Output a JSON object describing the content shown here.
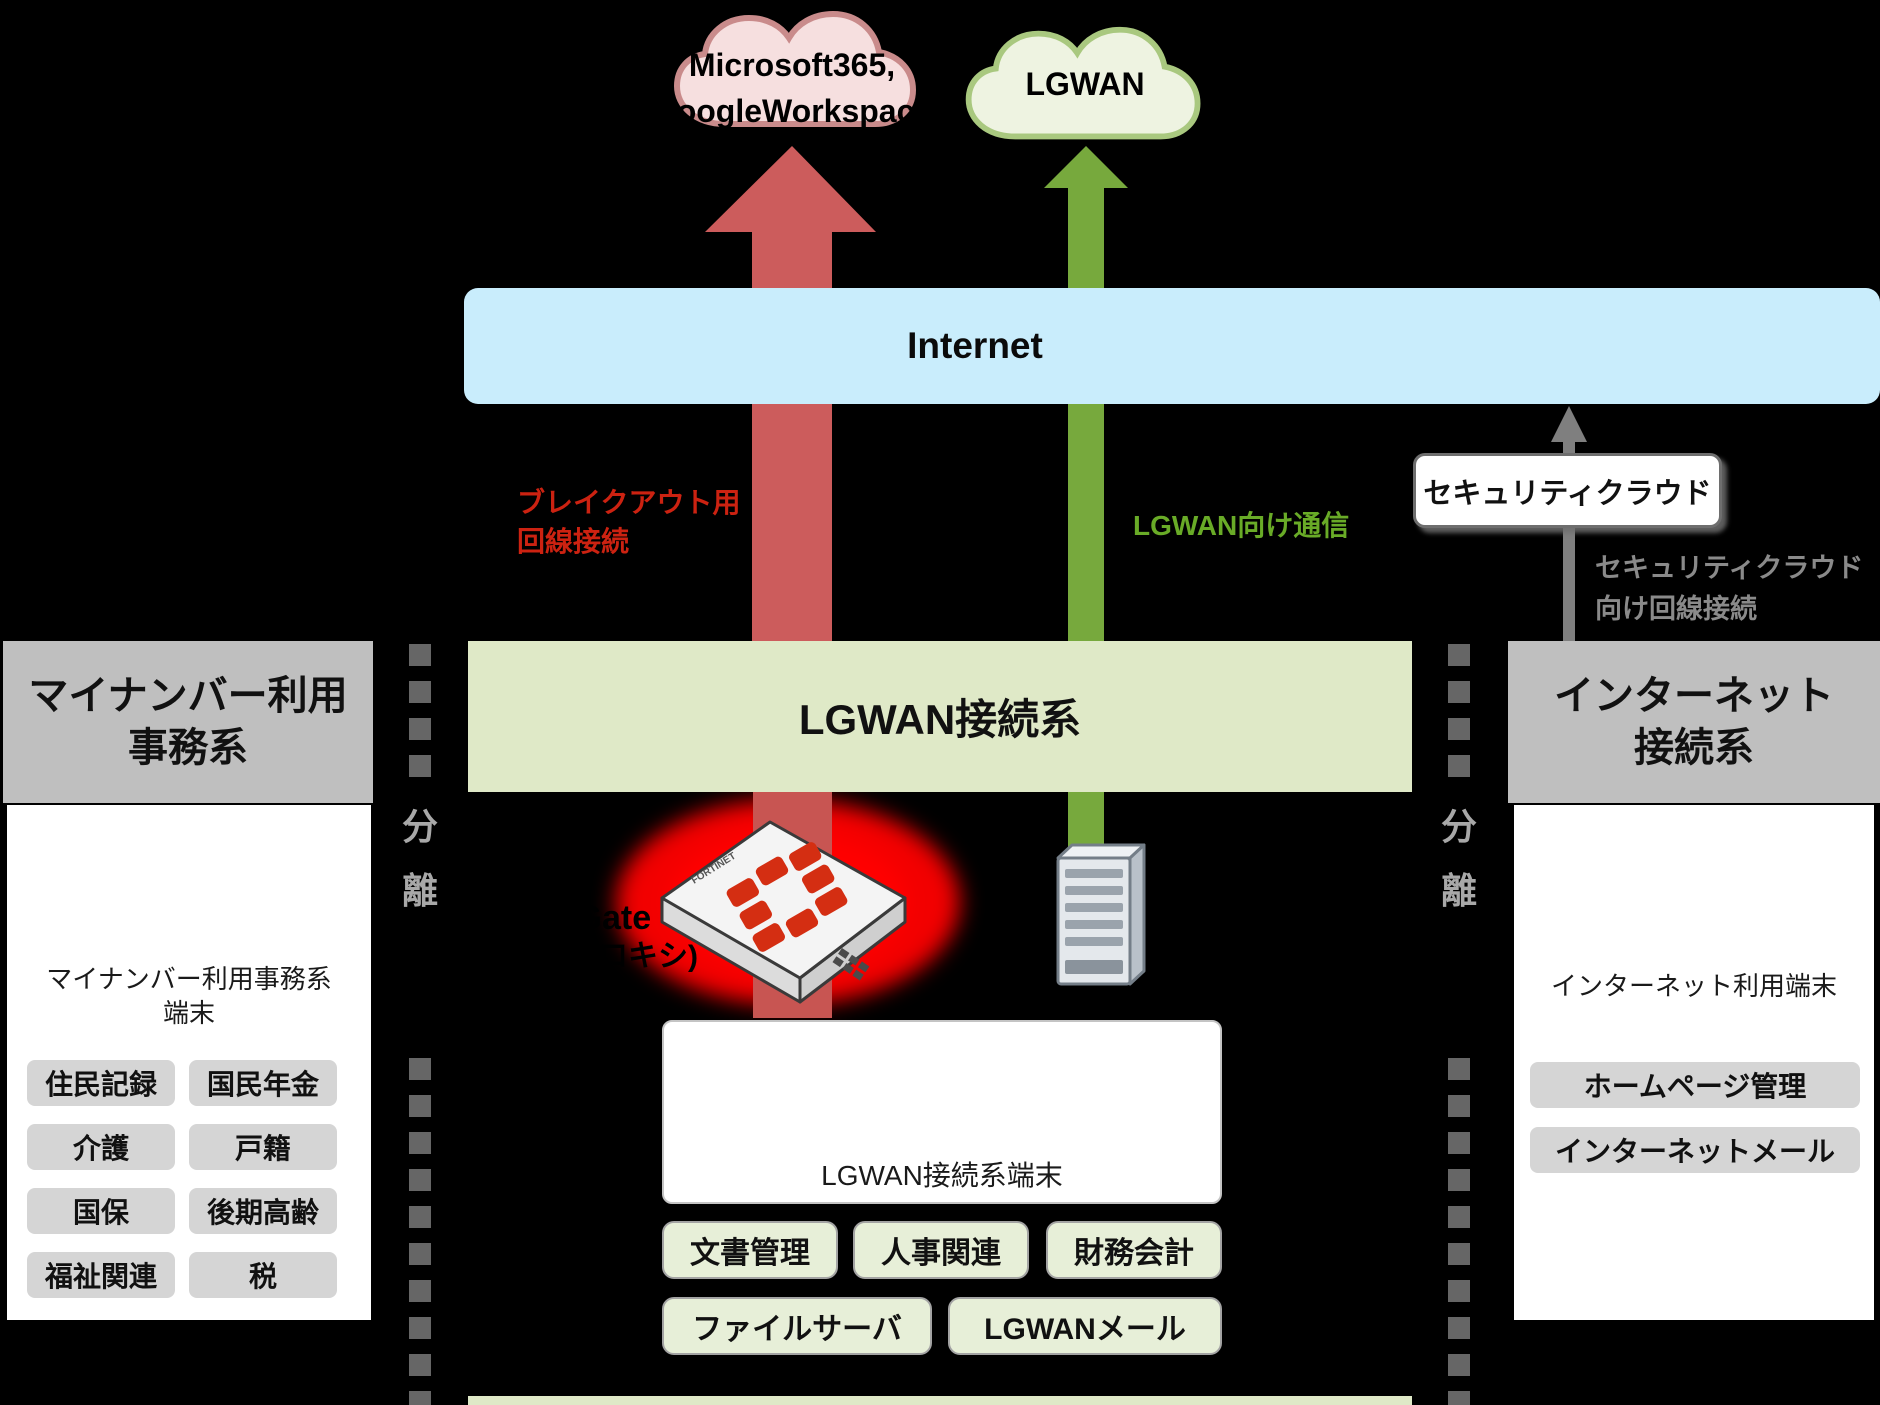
{
  "clouds": {
    "saas": {
      "line1": "Microsoft365,",
      "line2": "GoogleWorkspace"
    },
    "lgwan": {
      "label": "LGWAN"
    }
  },
  "internet_bar": {
    "label": "Internet"
  },
  "labels": {
    "breakout": {
      "line1": "ブレイクアウト用",
      "line2": "回線接続"
    },
    "lgwan_traffic": {
      "text": "LGWAN向け通信"
    },
    "security_cloud_box": {
      "text": "セキュリティクラウド"
    },
    "security_cloud_line": {
      "line1": "セキュリティクラウド",
      "line2": "向け回線接続"
    }
  },
  "separators": {
    "top_char": "分",
    "bottom_char": "離"
  },
  "sections": {
    "mynumber": {
      "title_line1": "マイナンバー利用",
      "title_line2": "事務系",
      "terminal_line1": "マイナンバー利用事務系",
      "terminal_line2": "端末",
      "buttons": [
        "住民記録",
        "国民年金",
        "介護",
        "戸籍",
        "国保",
        "後期高齢",
        "福祉関連",
        "税"
      ]
    },
    "lgwan": {
      "title": "LGWAN接続系",
      "device_line1": "FortiGate",
      "device_line2": "(プロキシ)",
      "device_brand": "FORTINET",
      "terminal_label": "LGWAN接続系端末",
      "buttons_row1": [
        "文書管理",
        "人事関連",
        "財務会計"
      ],
      "buttons_row2": [
        "ファイルサーバ",
        "LGWANメール"
      ]
    },
    "internet": {
      "title_line1": "インターネット",
      "title_line2": "接続系",
      "terminal_label": "インターネット利用端末",
      "buttons": [
        "ホームページ管理",
        "インターネットメール"
      ]
    }
  },
  "colors": {
    "internet_bar": "#c9edfc",
    "breakout_arrow": "#cc5c5c",
    "breakout_label": "#cc2211",
    "lgwan_arrow": "#77a93d",
    "lgwan_label": "#69ab27",
    "security_arrow": "#7f7f7f",
    "security_label": "#8a8a8a",
    "gray_header": "#bfbfbf",
    "green_header": "#dfe9c7",
    "green_button": "#e7efd8",
    "gray_button": "#d5d5d5",
    "glow": "#ff0000",
    "saas_cloud_fill": "#f6dfdf",
    "saas_cloud_stroke": "#c98b8b",
    "lgwan_cloud_fill": "#eef3e1",
    "lgwan_cloud_stroke": "#a9c87f"
  }
}
